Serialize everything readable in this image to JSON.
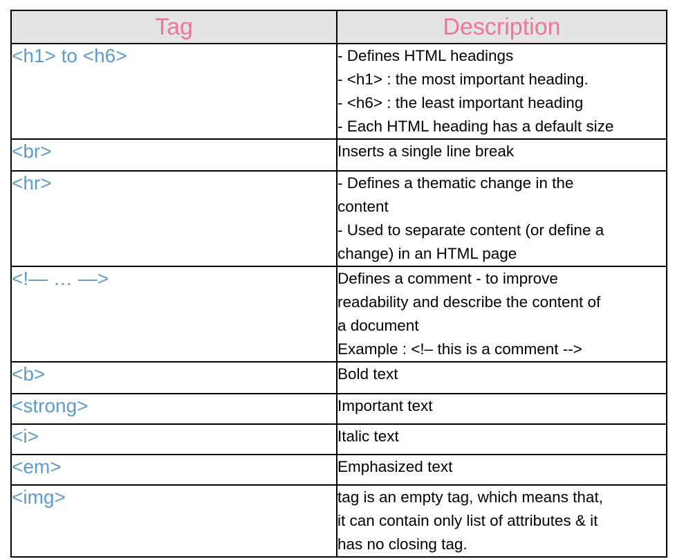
{
  "header": {
    "tag": "Tag",
    "description": "Description"
  },
  "rows": [
    {
      "tag": "<h1> to <h6>",
      "lines": [
        "- Defines HTML headings",
        "-  <h1> :  the most important heading.",
        "- <h6> : the least important heading",
        "- Each HTML heading has a default size"
      ]
    },
    {
      "tag": "<br>",
      "lines": [
        "Inserts a single line break"
      ]
    },
    {
      "tag": "<hr>",
      "lines": [
        "- Defines a thematic change in the",
        "content",
        "- Used to separate content (or define a",
        "change) in an HTML page"
      ]
    },
    {
      "tag": "<!— … —>",
      "lines": [
        "Defines a comment - to improve",
        "readability and describe the content of",
        "a document",
        "Example : <!– this is a comment -->"
      ]
    },
    {
      "tag": "<b>",
      "lines": [
        "Bold text"
      ]
    },
    {
      "tag": "<strong>",
      "lines": [
        "Important text"
      ]
    },
    {
      "tag": "<i>",
      "lines": [
        "Italic text"
      ]
    },
    {
      "tag": "<em>",
      "lines": [
        "Emphasized text"
      ]
    },
    {
      "tag": "<img>",
      "lines": [
        "tag is an empty tag, which means that,",
        "it can contain only list of attributes & it",
        "has no closing tag."
      ]
    }
  ],
  "colors": {
    "header_text": "#ee7698",
    "header_bg": "#e4e4e4",
    "tag_text": "#5b9bd5",
    "desc_text": "#000000",
    "border": "#000000"
  }
}
